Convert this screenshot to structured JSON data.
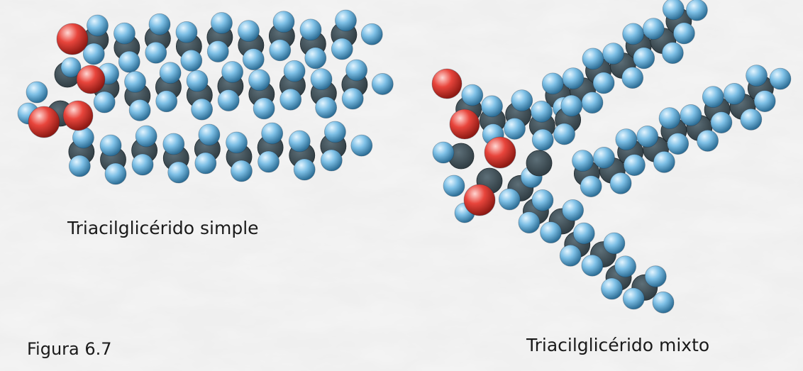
{
  "figure_label": "Figura 6.7",
  "molecule_simple": {
    "caption": "Triacilglicérido simple"
  },
  "molecule_mixed": {
    "caption": "Triacilglicérido mixto"
  },
  "colors": {
    "background": "#ebebeb",
    "carbon": "#3a4a52",
    "hydrogen": "#7ec0e6",
    "oxygen": "#e8453c"
  }
}
